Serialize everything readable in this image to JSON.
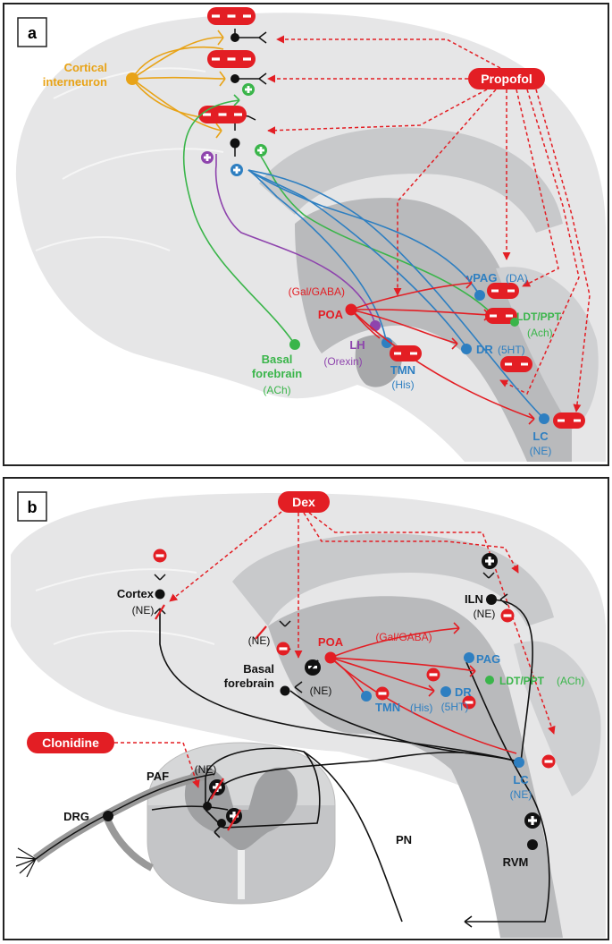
{
  "panel_a": {
    "letter": "a",
    "drug": "Propofol",
    "cortical": "Cortical",
    "interneuron": "interneuron",
    "gal_gaba": "(Gal/GABA)",
    "poa": "POA",
    "vpag": "vPAG",
    "vpag_sub": "(DA)",
    "ldt_ppt": "LDT/PPT",
    "ach_nuc": "(Ach)",
    "dr": "DR",
    "dr_sub": "(5HT)",
    "lc": "LC",
    "lc_sub": "(NE)",
    "lh": "LH",
    "lh_sub": "(Orexin)",
    "tmn": "TMN",
    "tmn_sub": "(His)",
    "basal": "Basal",
    "forebrain": "forebrain",
    "bf_sub": "(ACh)"
  },
  "panel_b": {
    "letter": "b",
    "drug": "Dex",
    "drug2": "Clonidine",
    "cortex": "Cortex",
    "ne": "(NE)",
    "iln": "ILN",
    "poa": "POA",
    "gal_gaba": "(Gal/GABA)",
    "pag": "PAG",
    "ldt_ppt": "LDT/PPT",
    "ach": "(ACh)",
    "basal": "Basal",
    "forebrain": "forebrain",
    "dr": "DR",
    "dr_sub": "(5HT)",
    "tmn": "TMN",
    "tmn_sub": "(His)",
    "lc": "LC",
    "paf": "PAF",
    "drg": "DRG",
    "pn": "PN",
    "rvm": "RVM"
  },
  "colors": {
    "red": "#e31e24",
    "orange": "#e8a317",
    "green": "#3ab54a",
    "blue": "#2e7fc1",
    "purple": "#8e44ad",
    "black": "#111111"
  }
}
